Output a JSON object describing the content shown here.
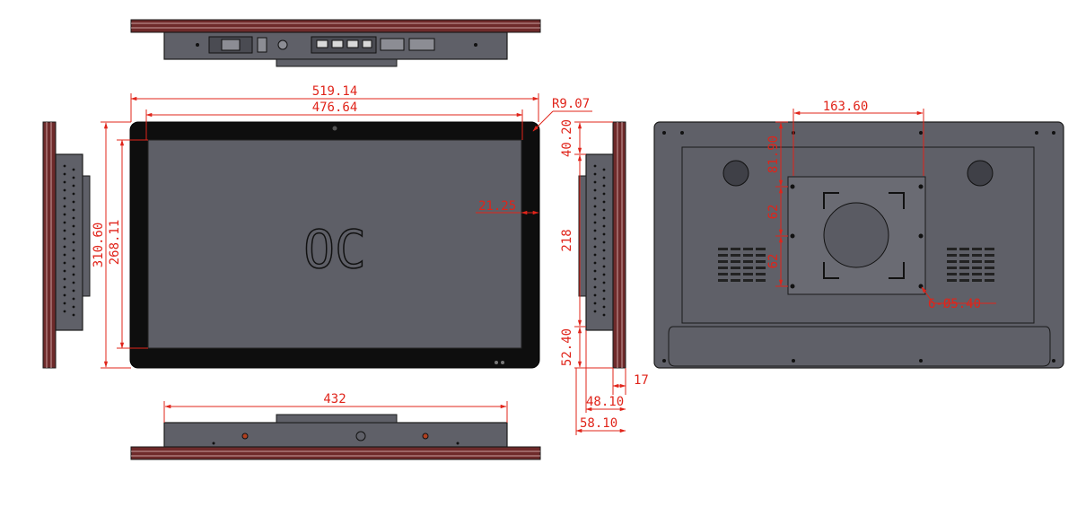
{
  "dimensions": {
    "overall_width": "519.14",
    "inner_width": "476.64",
    "corner_radius": "R9.07",
    "overall_height": "310.60",
    "inner_height": "268.11",
    "bezel_side": "21.25",
    "top_offset": "40.20",
    "mount_span": "218",
    "bottom_offset": "52.40",
    "bottom_width": "432",
    "depth_a": "17",
    "depth_b": "48.10",
    "depth_c": "58.10",
    "vesa_width": "163.60",
    "vesa_top": "81.90",
    "vesa_pitch_1": "62",
    "vesa_pitch_2": "62",
    "hole_spec": "6-Ø5.40"
  },
  "screen_logo": "OC",
  "colors": {
    "dimension": "#e0241a",
    "panel": "#5f6068",
    "outline": "#1a1a1a",
    "frame": "#7a2b2b"
  }
}
